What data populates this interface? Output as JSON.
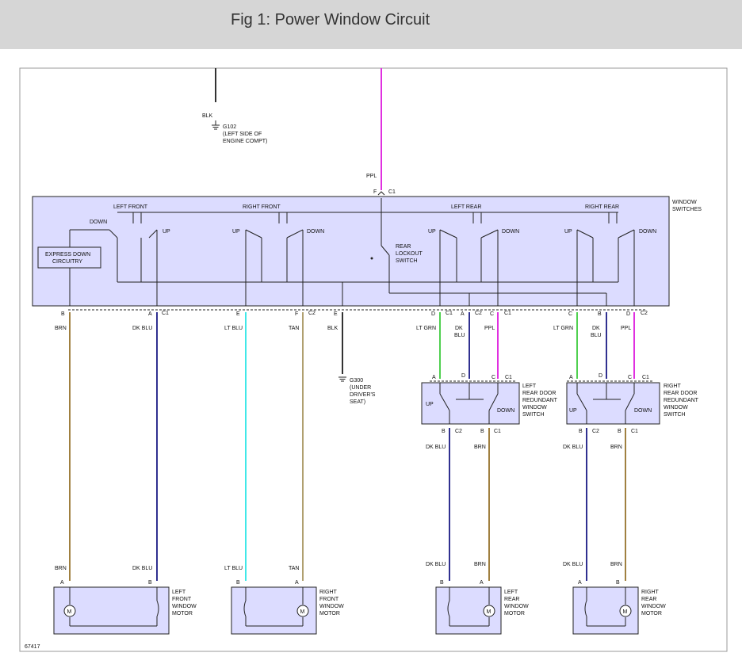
{
  "header": {
    "title": "Fig 1: Power Window Circuit"
  },
  "colors": {
    "brn": "#a08040",
    "dk_blu": "#303090",
    "lt_blu": "#40e8e8",
    "tan": "#b0a070",
    "blk": "#333333",
    "ppl": "#e030e0",
    "lt_grn": "#50d050",
    "box_fill": "#dcdcff"
  },
  "diagram": {
    "top_wire": {
      "color": "BLK",
      "ground": "G102",
      "ground_desc": [
        "(LEFT SIDE OF",
        "ENGINE COMPT)"
      ]
    },
    "ppl_wire": {
      "color": "PPL",
      "pin": "F",
      "conn": "C1"
    },
    "switch_box": {
      "title": [
        "WINDOW",
        "SWITCHES"
      ],
      "sections": [
        "LEFT FRONT",
        "RIGHT FRONT",
        "LEFT REAR",
        "RIGHT REAR"
      ],
      "express": [
        "EXPRESS DOWN",
        "CIRCUITRY"
      ],
      "lockout": [
        "REAR",
        "LOCKOUT",
        "SWITCH"
      ],
      "up": "UP",
      "down": "DOWN"
    },
    "pins": {
      "lf_b": "B",
      "lf_a": "A",
      "c1": "C1",
      "c2": "C2",
      "rf_e": "E",
      "rf_f": "F",
      "blk_e": "E",
      "lr_d": "D",
      "lr_a": "A",
      "lr_c": "C",
      "rr_c": "C",
      "rr_b": "B",
      "rr_d": "D"
    },
    "wire_labels": {
      "brn": "BRN",
      "dk_blu": "DK BLU",
      "lt_blu": "LT BLU",
      "tan": "TAN",
      "blk": "BLK",
      "lt_grn": "LT GRN",
      "dk": "DK",
      "blu": "BLU",
      "ppl": "PPL"
    },
    "ground2": {
      "name": "G300",
      "desc": [
        "(UNDER",
        "DRIVER'S",
        "SEAT)"
      ]
    },
    "left_rear_switch": {
      "label": [
        "LEFT",
        "REAR DOOR",
        "REDUNDANT",
        "WINDOW",
        "SWITCH"
      ],
      "pins_top": [
        "A",
        "D",
        "C"
      ],
      "pins_bottom": [
        "B",
        "B"
      ]
    },
    "right_rear_switch": {
      "label": [
        "RIGHT",
        "REAR DOOR",
        "REDUNDANT",
        "WINDOW",
        "SWITCH"
      ],
      "pins_top": [
        "A",
        "D",
        "C"
      ],
      "pins_bottom": [
        "B",
        "B"
      ]
    },
    "motors": [
      {
        "label": [
          "LEFT",
          "FRONT",
          "WINDOW",
          "MOTOR"
        ],
        "pins": [
          "A",
          "B"
        ],
        "wires": [
          "BRN",
          "DK BLU"
        ]
      },
      {
        "label": [
          "RIGHT",
          "FRONT",
          "WINDOW",
          "MOTOR"
        ],
        "pins": [
          "B",
          "A"
        ],
        "wires": [
          "LT BLU",
          "TAN"
        ]
      },
      {
        "label": [
          "LEFT",
          "REAR",
          "WINDOW",
          "MOTOR"
        ],
        "pins": [
          "B",
          "A"
        ],
        "wires": [
          "DK BLU",
          "BRN"
        ]
      },
      {
        "label": [
          "RIGHT",
          "REAR",
          "WINDOW",
          "MOTOR"
        ],
        "pins": [
          "A",
          "B"
        ],
        "wires": [
          "DK BLU",
          "BRN"
        ]
      }
    ],
    "motor_symbol": "M",
    "figure_number": "67417"
  }
}
